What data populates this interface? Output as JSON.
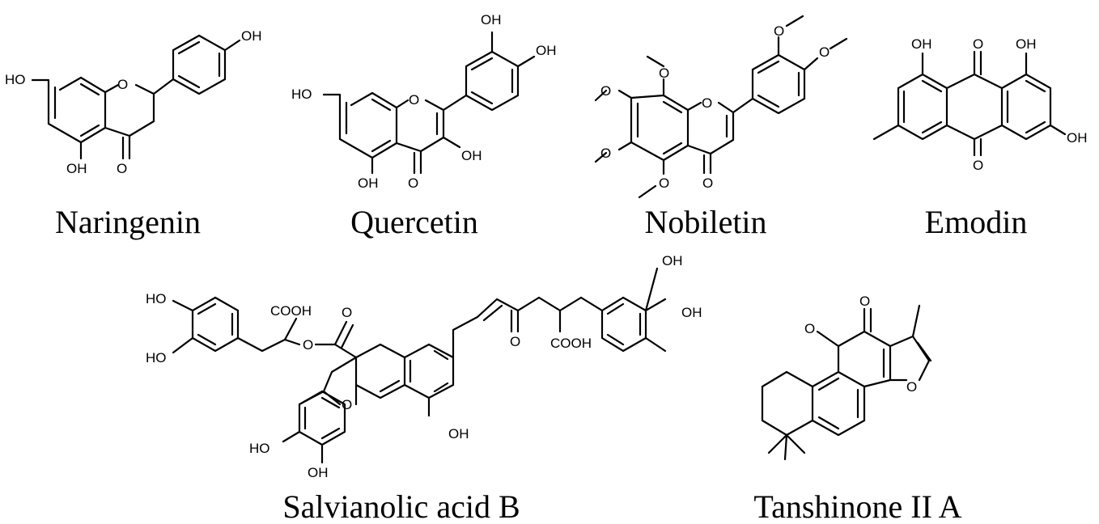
{
  "figure": {
    "compounds": [
      {
        "id": "naringenin",
        "name": "Naringenin",
        "atoms": [
          {
            "key": "oh_top",
            "text": "OH"
          },
          {
            "key": "ho_left",
            "text": "HO"
          },
          {
            "key": "o_ring",
            "text": "O"
          },
          {
            "key": "oh_bottom",
            "text": "OH"
          },
          {
            "key": "o_keto",
            "text": "O"
          }
        ]
      },
      {
        "id": "quercetin",
        "name": "Quercetin",
        "atoms": [
          {
            "key": "oh_top1",
            "text": "OH"
          },
          {
            "key": "oh_top2",
            "text": "OH"
          },
          {
            "key": "ho_left",
            "text": "HO"
          },
          {
            "key": "o_ring",
            "text": "O"
          },
          {
            "key": "oh_3",
            "text": "OH"
          },
          {
            "key": "oh_bottom",
            "text": "OH"
          },
          {
            "key": "o_keto",
            "text": "O"
          }
        ]
      },
      {
        "id": "nobiletin",
        "name": "Nobiletin",
        "atoms": [
          {
            "key": "o_me1",
            "text": "O"
          },
          {
            "key": "o_me2",
            "text": "O"
          },
          {
            "key": "o_me8",
            "text": "O"
          },
          {
            "key": "o_ring",
            "text": "O"
          },
          {
            "key": "o_me7",
            "text": "O"
          },
          {
            "key": "o_me6",
            "text": "O"
          },
          {
            "key": "o_me5",
            "text": "O"
          },
          {
            "key": "o_keto",
            "text": "O"
          }
        ]
      },
      {
        "id": "emodin",
        "name": "Emodin",
        "atoms": [
          {
            "key": "oh_left",
            "text": "OH"
          },
          {
            "key": "o_top",
            "text": "O"
          },
          {
            "key": "oh_right",
            "text": "OH"
          },
          {
            "key": "oh_far",
            "text": "OH"
          },
          {
            "key": "o_bottom",
            "text": "O"
          }
        ]
      },
      {
        "id": "salvianolic",
        "name": "Salvianolic acid B",
        "atoms": [
          {
            "key": "ho_1",
            "text": "HO"
          },
          {
            "key": "ho_2",
            "text": "HO"
          },
          {
            "key": "coohh",
            "text": "COOH"
          },
          {
            "key": "o_est",
            "text": "O"
          },
          {
            "key": "o_ester",
            "text": "O"
          },
          {
            "key": "o_keto",
            "text": "O"
          },
          {
            "key": "cooh",
            "text": "COOH"
          },
          {
            "key": "oh_rt1",
            "text": "OH"
          },
          {
            "key": "oh_rt2",
            "text": "OH"
          },
          {
            "key": "o_furan",
            "text": "O"
          },
          {
            "key": "oh_7",
            "text": "OH"
          },
          {
            "key": "ho_3",
            "text": "HO"
          },
          {
            "key": "oh_4",
            "text": "OH"
          }
        ]
      },
      {
        "id": "tanshinone",
        "name": "Tanshinone II A",
        "atoms": [
          {
            "key": "o_1",
            "text": "O"
          },
          {
            "key": "o_2",
            "text": "O"
          },
          {
            "key": "o_furan",
            "text": "O"
          }
        ]
      }
    ]
  }
}
